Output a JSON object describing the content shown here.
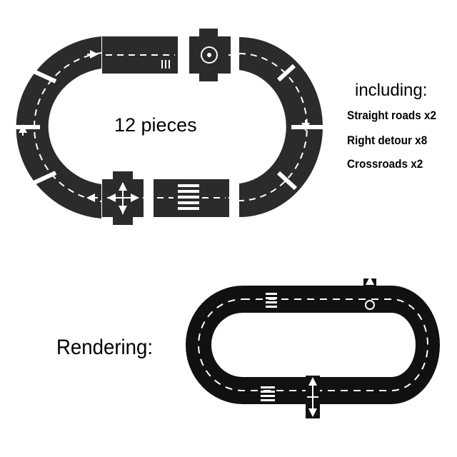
{
  "pieces_label": "12 pieces",
  "including_label": "including:",
  "items": [
    "Straight roads x2",
    "Right detour x8",
    "Crossroads x2"
  ],
  "rendering_label": "Rendering:",
  "colors": {
    "road": "#2b2b2b",
    "road_dark": "#111111",
    "marking": "#ffffff",
    "background": "#ffffff"
  }
}
